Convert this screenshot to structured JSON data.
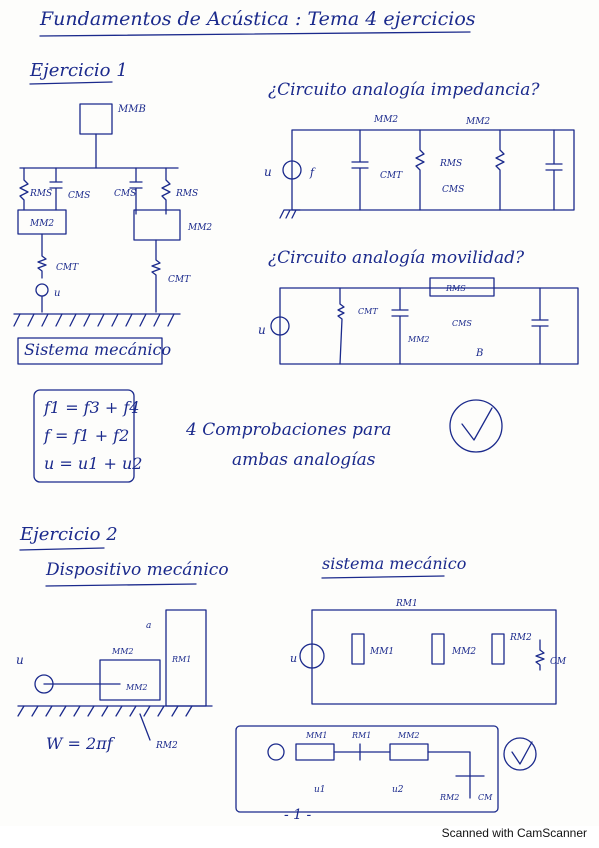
{
  "page": {
    "title": "Fundamentos de Acústica : Tema 4 ejercicios",
    "page_number": "- 1 -",
    "scanner_credit": "Scanned with CamScanner"
  },
  "ex1": {
    "heading": "Ejercicio 1",
    "system_label": "Sistema mecánico",
    "impedance_title": "¿Circuito analogía impedancia?",
    "mobility_title": "¿Circuito analogía movilidad?",
    "equations": [
      "f1 = f3 + f4",
      "f = f1 + f2",
      "u = u1 + u2"
    ],
    "note_line1": "4 Comprobaciones para",
    "note_line2": "ambas analogías",
    "labels": {
      "MMB": "MMB",
      "RMS": "RMS",
      "CMS": "CMS",
      "MM2": "MM2",
      "CMT": "CMT",
      "u": "u",
      "f": "f",
      "B": "B"
    }
  },
  "ex2": {
    "heading": "Ejercicio 2",
    "device_title": "Dispositivo mecánico",
    "system_title": "sistema mecánico",
    "omega_eq": "W = 2πf",
    "labels": {
      "u": "u",
      "a": "a",
      "MM1": "MM1",
      "MM2": "MM2",
      "RM1": "RM1",
      "RM2": "RM2",
      "CM": "CM",
      "u1": "u1",
      "u2": "u2"
    }
  }
}
